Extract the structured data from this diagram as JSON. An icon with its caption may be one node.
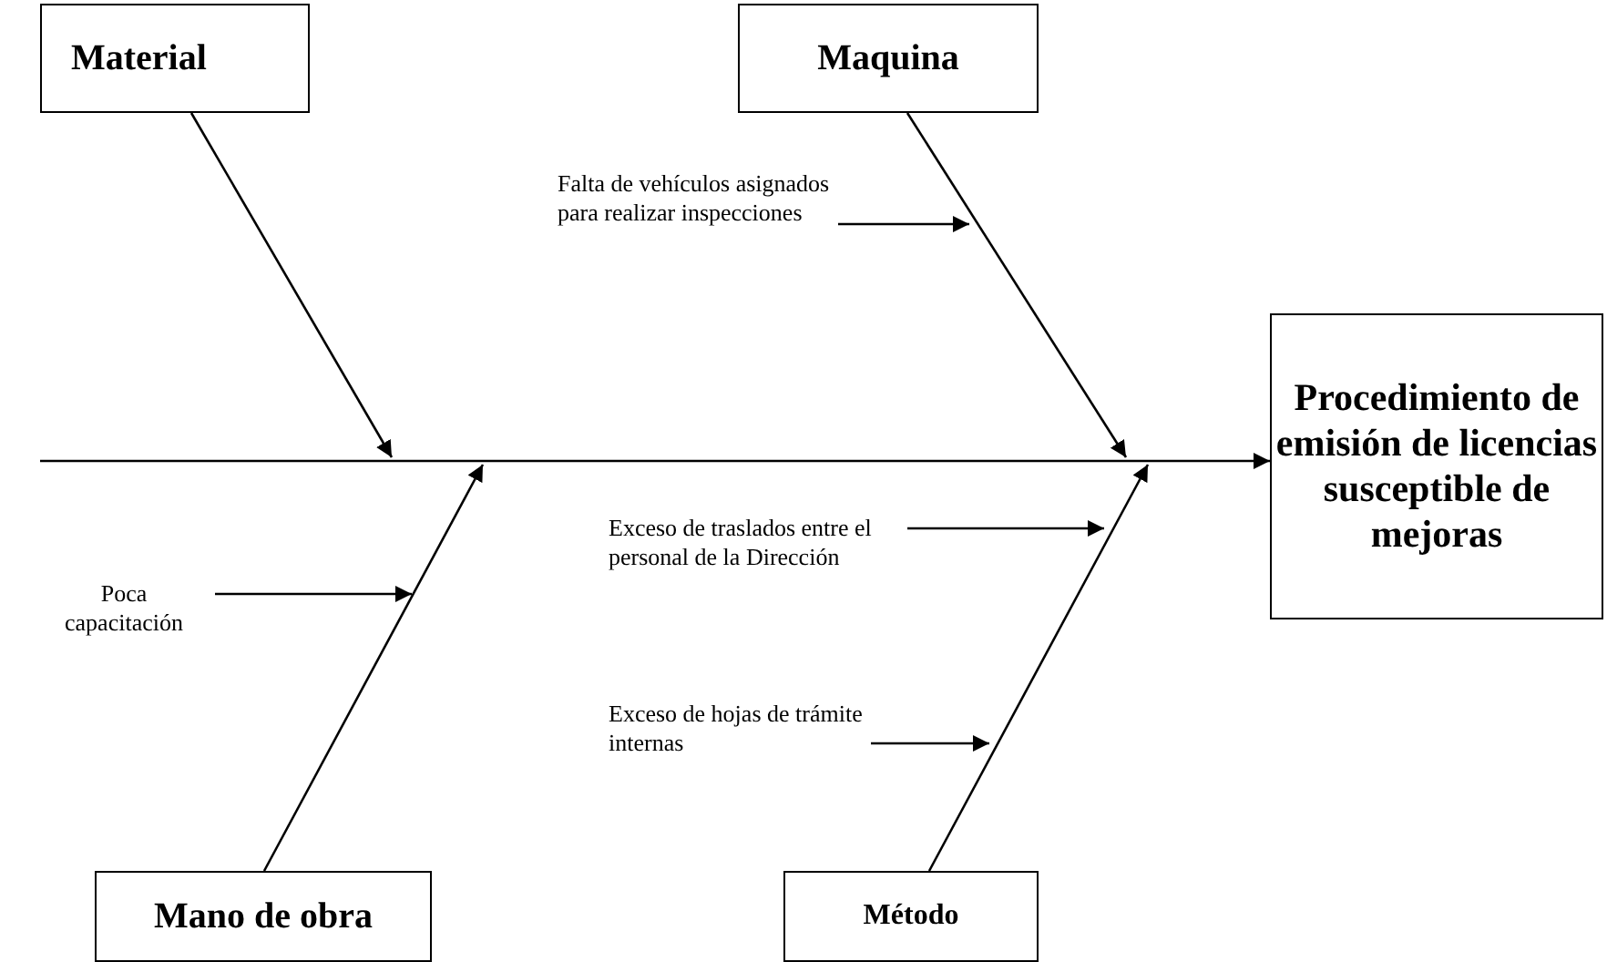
{
  "diagram": {
    "nodes": [
      {
        "text": [
          "Material"
        ]
      },
      {
        "text": [
          "Maquina"
        ]
      },
      {
        "text": [
          "Falta de vehículos asignados para realizar inspecciones"
        ]
      },
      {
        "text": [
          "Procedimiento de emisión de licencias susceptible de mejoras"
        ]
      },
      {
        "text": [
          "Exceso de traslados entre el personal de la Dirección"
        ]
      },
      {
        "text": [
          "Poca capacitación"
        ]
      },
      {
        "text": [
          "Exceso de hojas de trámite internas"
        ]
      },
      {
        "text": [
          "Mano de obra"
        ]
      },
      {
        "text": [
          "Método"
        ]
      }
    ],
    "edges": [
      {
        "from": null,
        "to": 3,
        "arrow": "to"
      },
      {
        "from": 0,
        "to": null,
        "arrow": "to"
      },
      {
        "from": 1,
        "to": null,
        "arrow": "to"
      },
      {
        "from": 7,
        "to": null,
        "arrow": "to"
      },
      {
        "from": 8,
        "to": null,
        "arrow": "to"
      },
      {
        "from": 2,
        "to": null,
        "arrow": "to"
      },
      {
        "from": 5,
        "to": null,
        "arrow": "to"
      },
      {
        "from": 4,
        "to": null,
        "arrow": "to"
      },
      {
        "from": 6,
        "to": null,
        "arrow": "to"
      }
    ]
  }
}
